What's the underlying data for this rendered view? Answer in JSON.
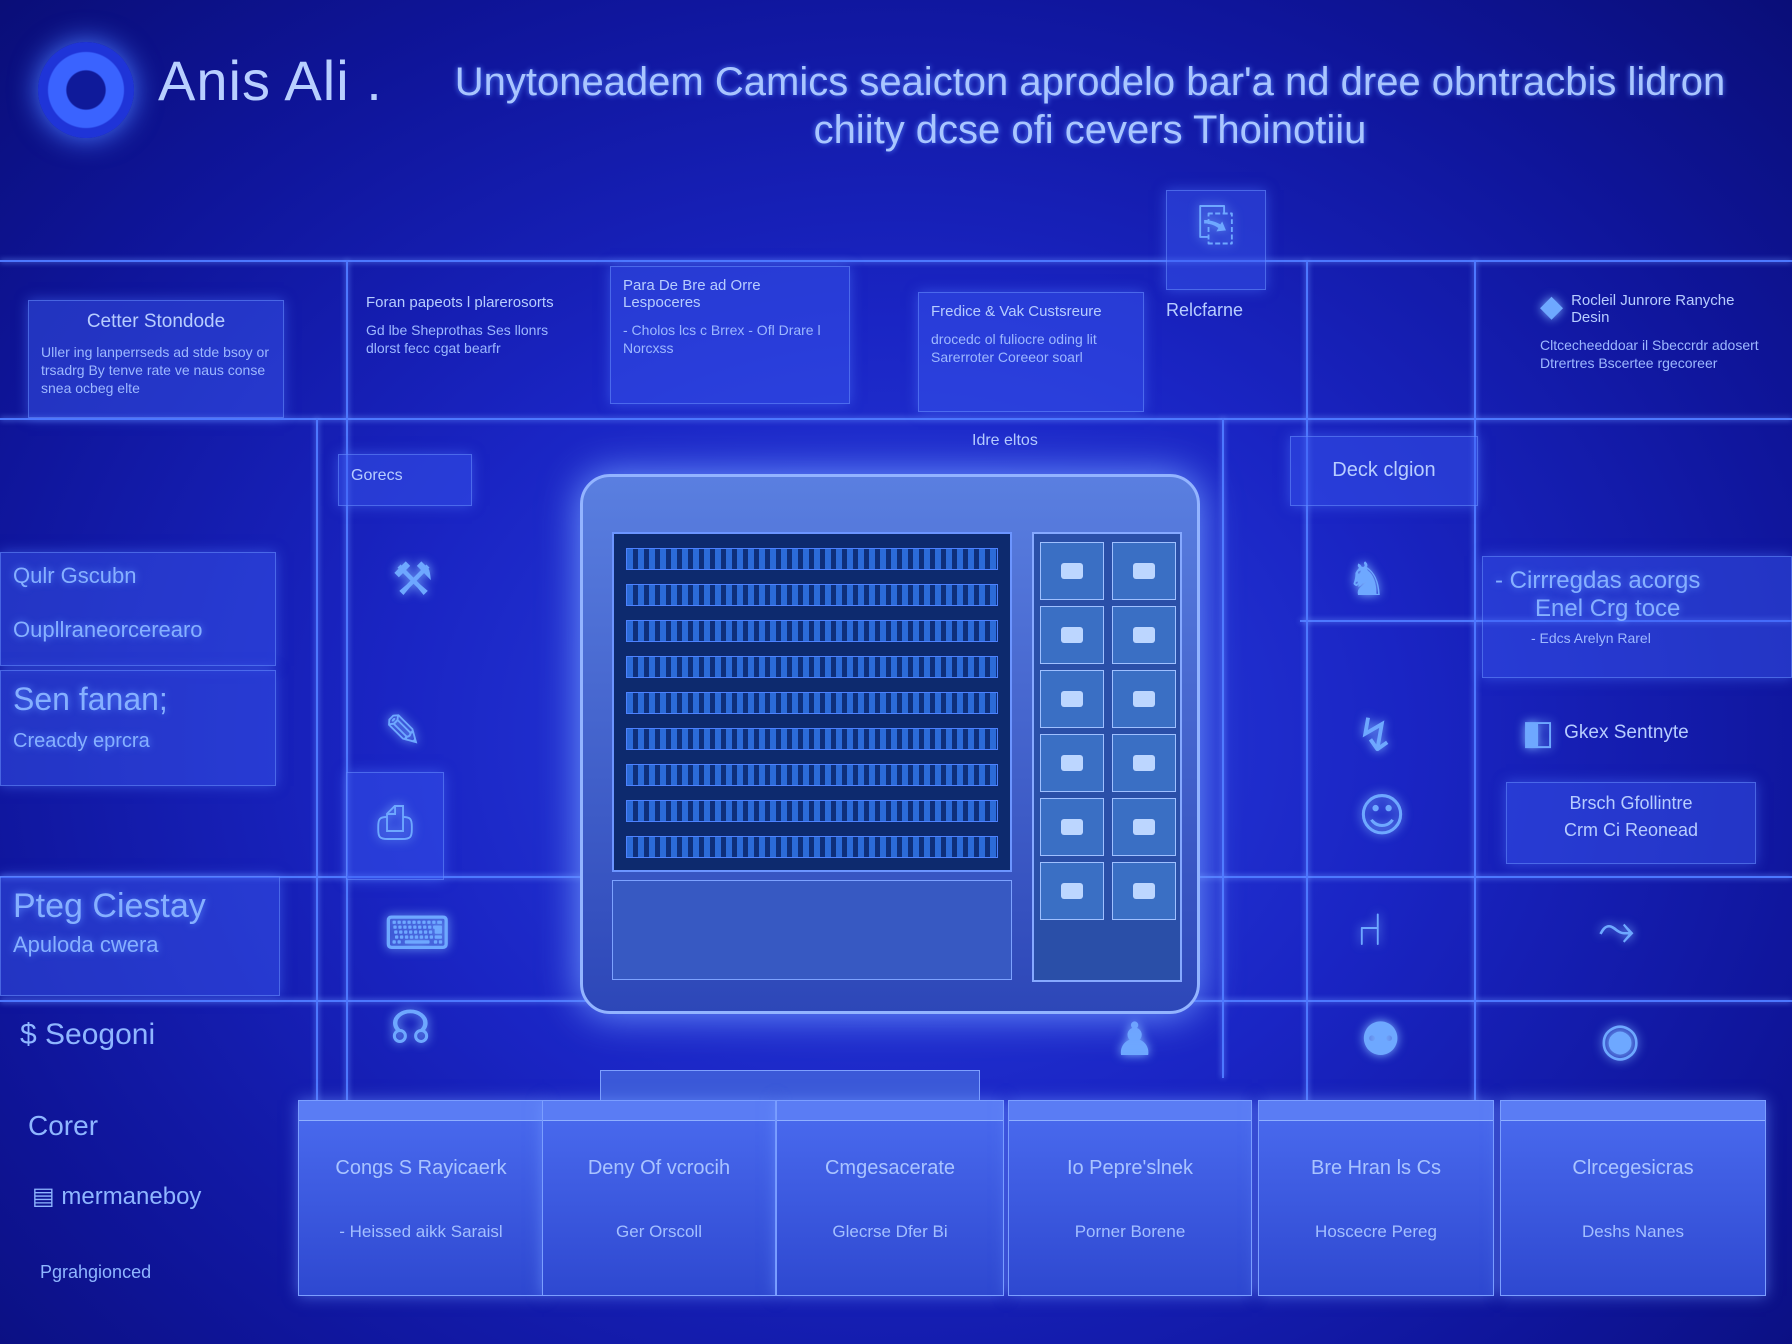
{
  "header": {
    "brand": "Anis Ali .",
    "headline": "Unytoneadem Camics seaicton aprodelo bar'a nd dree obntracbis lidron chiity dcse ofi cevers Thoinotiiu"
  },
  "top_panels": [
    {
      "title": "Cetter Stondode",
      "text": "Uller ing lanperrseds ad stde bsoy or trsadrg By tenve rate ve naus conse snea ocbeg elte"
    },
    {
      "title": "Foran papeots l plarerosorts",
      "text": "Gd lbe Sheprothas Ses llonrs dlorst fecc cgat bearfr"
    },
    {
      "title": "Para De Bre ad Orre Lespoceres",
      "text": "- Cholos lcs c Brrex - Ofl Drare l Norcxss"
    },
    {
      "title": "Fredice & Vak Custsreure",
      "text": "drocedc ol fuliocre oding lit Sarerroter Coreeor soarl"
    },
    {
      "title": "Relcfarne",
      "text": ""
    },
    {
      "title": "Rocleil Junrore Ranyche Desin",
      "text": "Cltcecheeddoar il Sbeccrdr adosert Dtrertres Bscertee rgecoreer"
    }
  ],
  "mid_labels": {
    "left_small": "Gorecs",
    "center_small": "Idre eltos",
    "right_button": "Deck clgion"
  },
  "left_sidebar": [
    {
      "label": "Qulr Gscubn"
    },
    {
      "label": "Oupllraneorcerearo"
    },
    {
      "label": "Sen fanan;"
    },
    {
      "label": "Creacdy eprcra"
    },
    {
      "label": "Pteg Ciestay"
    },
    {
      "label": "Apuloda cwera"
    },
    {
      "label": "Seogoni"
    },
    {
      "label": "Corer"
    },
    {
      "label": "mermaneboy"
    },
    {
      "label": "Pgrahgionced"
    }
  ],
  "right_panels": [
    {
      "title": "- Cirrregdas acorgs",
      "sub": "Enel Crg toce",
      "small": "- Edcs Arelyn Rarel"
    },
    {
      "title": "Gkex Sentnyte",
      "sub": "",
      "small": ""
    },
    {
      "title": "Brsch Gfollintre",
      "sub": "Crm Ci Reonead",
      "small": ""
    }
  ],
  "bottom_boxes": [
    {
      "label": "Congs S Rayicaerk",
      "sub": "- Heissed aikk Saraisl"
    },
    {
      "label": "Deny Of vcrocih",
      "sub": "Ger Orscoll"
    },
    {
      "label": "Cmgesacerate",
      "sub": "Glecrse Dfer Bi"
    },
    {
      "label": "Io Pepre'slnek",
      "sub": "Porner Borene"
    },
    {
      "label": "Bre Hran ls Cs",
      "sub": "Hoscecre Pereg"
    },
    {
      "label": "Clrcegesicras",
      "sub": "Deshs Nanes"
    }
  ]
}
